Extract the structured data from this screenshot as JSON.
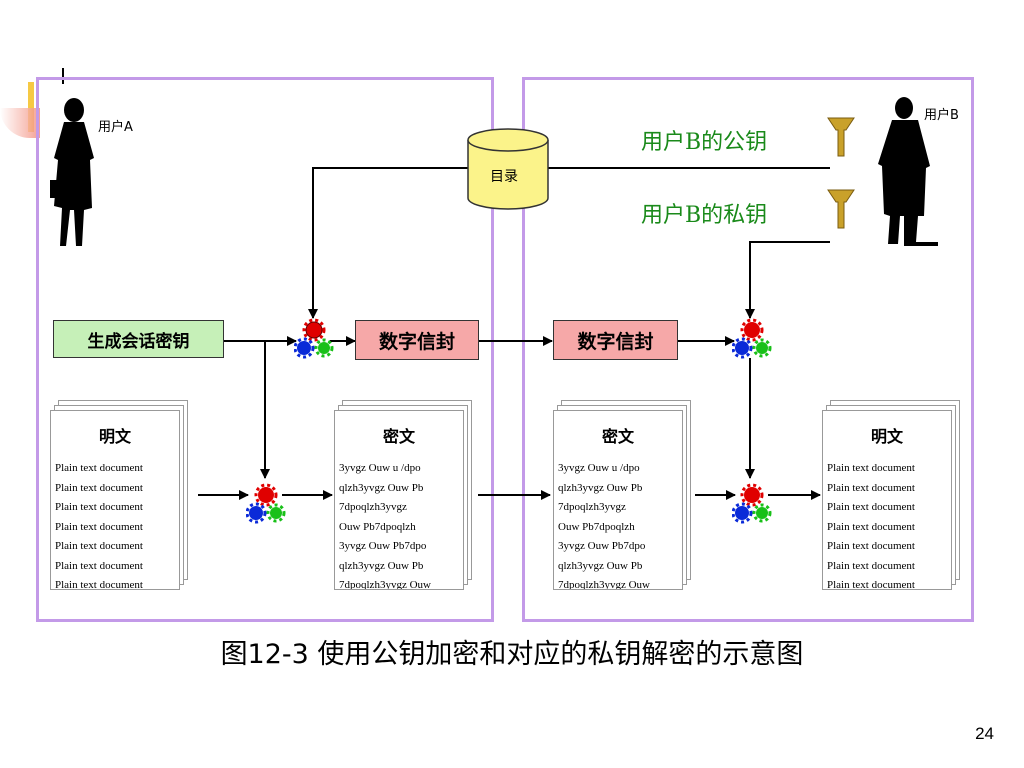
{
  "user_a_label": "用户A",
  "user_b_label": "用户B",
  "directory_label": "目录",
  "public_key_label": "用户B的公钥",
  "private_key_label": "用户B的私钥",
  "session_key_label": "生成会话密钥",
  "envelope_left_label": "数字信封",
  "envelope_right_label": "数字信封",
  "plaintext_left": {
    "title": "明文",
    "lines": [
      "Plain text document",
      "Plain text document",
      "Plain text document",
      "Plain text document",
      "Plain text document",
      "Plain text document",
      "Plain text document"
    ]
  },
  "ciphertext_left": {
    "title": "密文",
    "lines": [
      "3yvgz  Ouw u /dpo",
      "qlzh3yvgz Ouw Pb",
      "7dpoqlzh3yvgz",
      "Ouw Pb7dpoqlzh",
      "3yvgz Ouw Pb7dpo",
      "qlzh3yvgz Ouw Pb",
      "7dpoqlzh3yvgz Ouw"
    ]
  },
  "ciphertext_right": {
    "title": "密文",
    "lines": [
      "3yvgz  Ouw u /dpo",
      "qlzh3yvgz Ouw Pb",
      "7dpoqlzh3yvgz",
      "Ouw Pb7dpoqlzh",
      "3yvgz Ouw Pb7dpo",
      "qlzh3yvgz Ouw Pb",
      "7dpoqlzh3yvgz Ouw"
    ]
  },
  "plaintext_right": {
    "title": "明文",
    "lines": [
      "Plain text document",
      "Plain text document",
      "Plain text document",
      "Plain text document",
      "Plain text document",
      "Plain text document",
      "Plain text document"
    ]
  },
  "caption": "图12-3  使用公钥加密和对应的私钥解密的示意图",
  "page_number": "24",
  "colors": {
    "panel_border": "#c39ae8",
    "key_text": "#1a8a1a",
    "session_box": "#c6f0b8",
    "envelope_box": "#f6a8a8",
    "directory": "#fbf38a"
  }
}
